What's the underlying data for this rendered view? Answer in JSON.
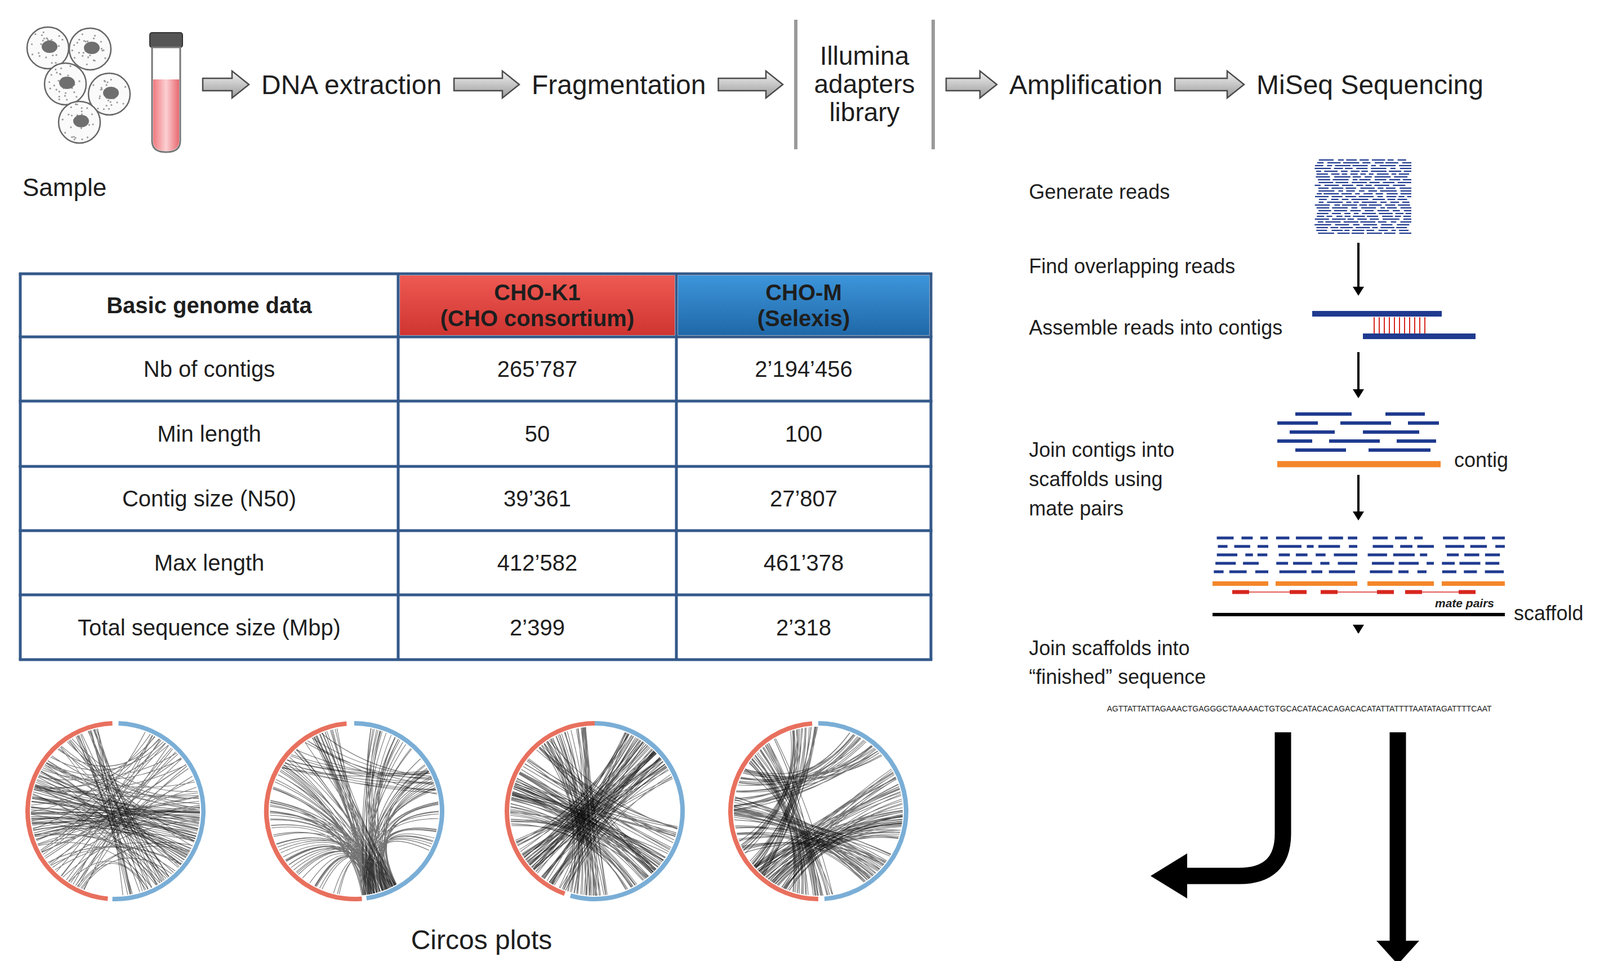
{
  "diagram": {
    "nodes": [
      {
        "text": [
          "Sample"
        ]
      },
      {
        "text": [
          "DNA extraction"
        ]
      },
      {
        "text": [
          "Fragmentation"
        ]
      },
      {
        "text": [
          "Illumina adapters library"
        ]
      },
      {
        "text": [
          "Amplification"
        ]
      },
      {
        "text": [
          "MiSeq Sequencing"
        ]
      }
    ],
    "edges": [
      {
        "from": 0,
        "to": 1,
        "arrow": "to"
      },
      {
        "from": 1,
        "to": 2,
        "arrow": "to"
      },
      {
        "from": 2,
        "to": 3,
        "arrow": "to"
      },
      {
        "from": 3,
        "to": 4,
        "arrow": "to"
      },
      {
        "from": 4,
        "to": 5,
        "arrow": "to"
      }
    ],
    "labels": [
      "Basic genome data",
      "CHO-K1 (CHO consortium)",
      "CHO-M (Selexis)",
      "Nb of contigs",
      "265’787",
      "2’194’456",
      "Min length",
      "50",
      "100",
      "Contig size (N50)",
      "39’361",
      "27’807",
      "Max length",
      "412’582",
      "461’378",
      "Total sequence size (Mbp)",
      "2’399",
      "2’318",
      "Circos plots",
      "Generate reads",
      "Find overlapping reads",
      "Assemble reads into contigs",
      "contig",
      "Join contigs into scaffolds using mate pairs",
      "mate pairs",
      "scaffold",
      "Join scaffolds into “finished” sequence",
      "AGTTATTATTAGAAACTGAGGGCTAAAAACTGTGCACATACACAGACACATATTATTTTAATATAGATTTTCAAT"
    ]
  }
}
